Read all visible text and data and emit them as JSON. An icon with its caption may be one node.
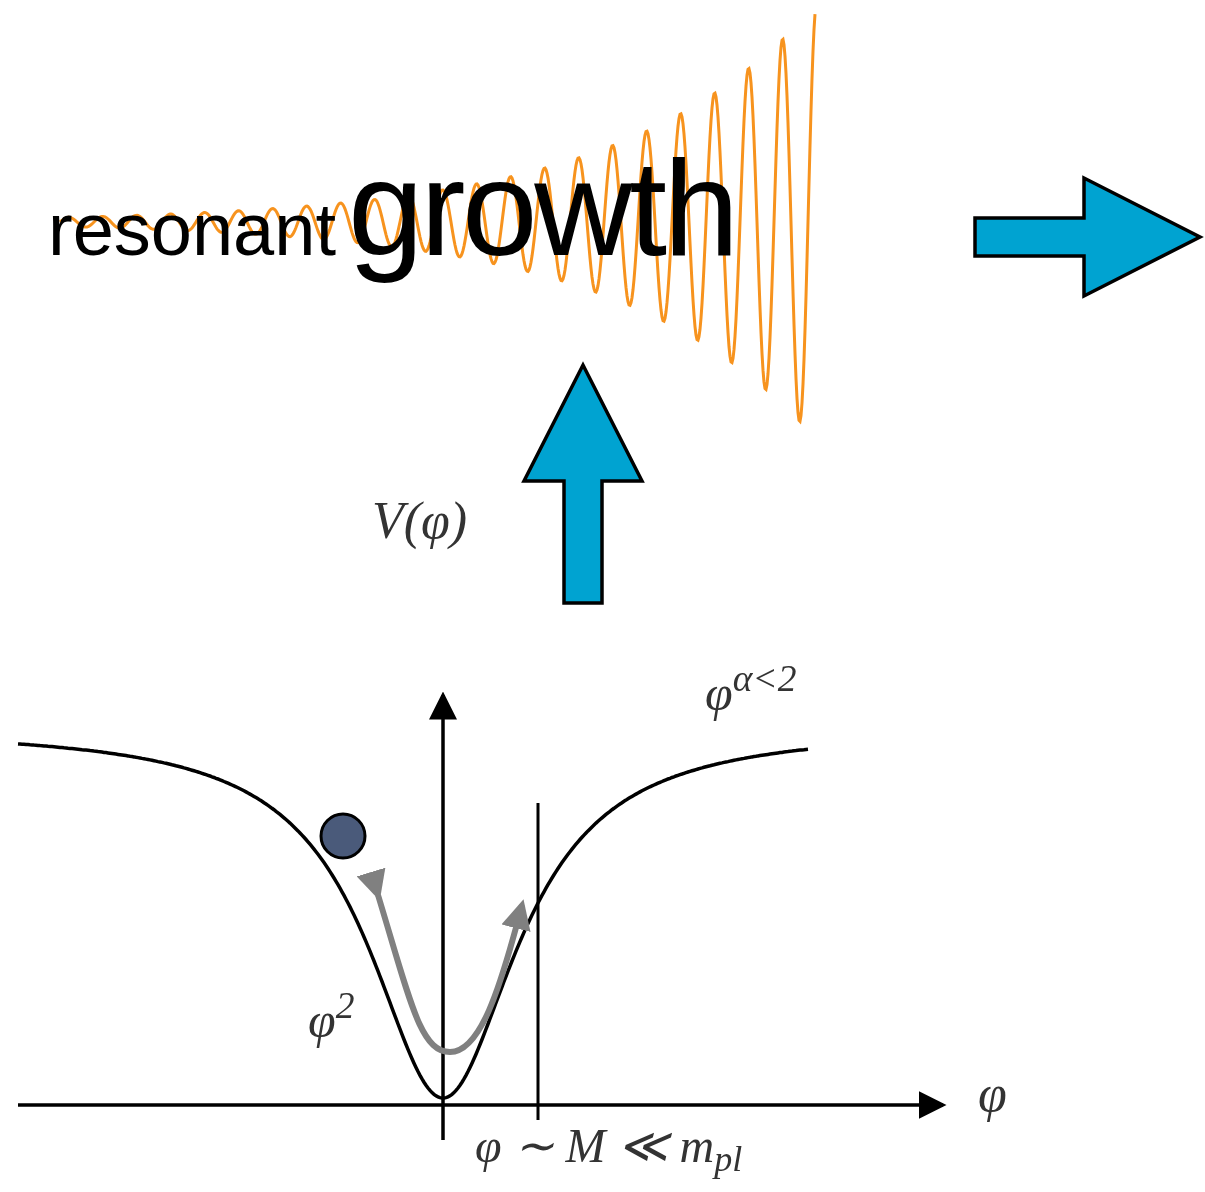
{
  "diagram": {
    "nodes": [
      {
        "text": [
          "resonant",
          "growth"
        ]
      },
      {
        "text": [],
        "shape": "picture"
      }
    ],
    "edges": [
      {
        "from": 1,
        "to": 0,
        "arrow": "to",
        "label": "V(φ)"
      }
    ],
    "labels": [
      "φ$^{α<2}$",
      "φ$^{2}$",
      "φ",
      "φ ∼ M ≪ m$_{pl}$"
    ]
  }
}
